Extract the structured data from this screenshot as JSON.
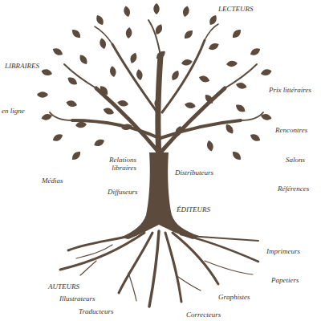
{
  "diagram": {
    "labels": [
      "LECTEURS",
      "LIBRAIRES",
      "Prix littéraires",
      "en ligne",
      "Rencontres",
      "Salons",
      "Relations libraires",
      "Distributeurs",
      "Médias",
      "Références",
      "Diffuseurs",
      "ÉDITEURS",
      "Imprimeurs",
      "Papetiers",
      "AUTEURS",
      "Graphistes",
      "Illustrateurs",
      "Traducteurs",
      "Correcteurs"
    ]
  }
}
